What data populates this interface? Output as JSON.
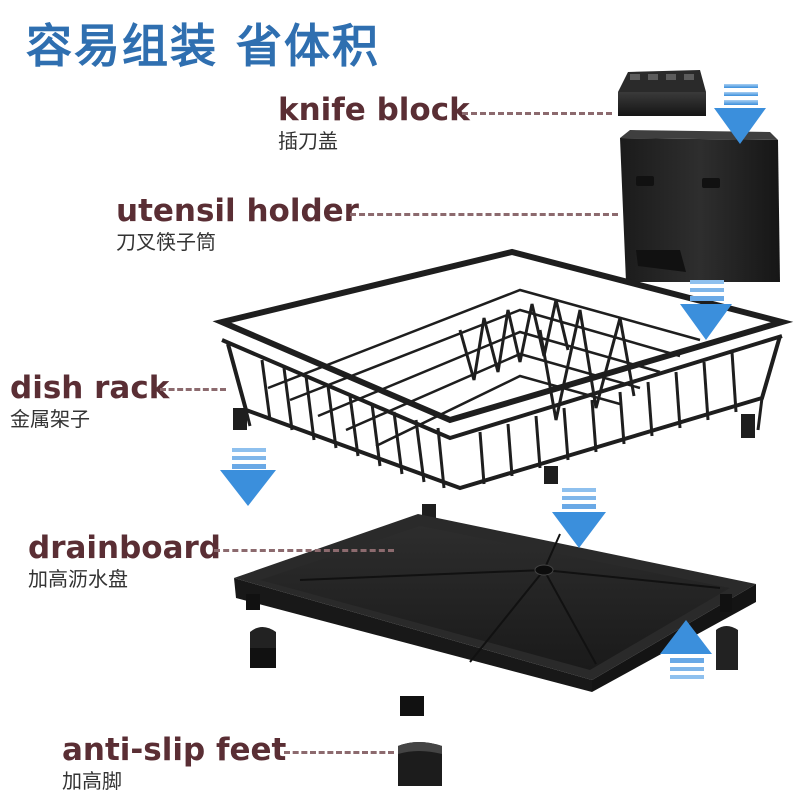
{
  "headline": "容易组装 省体积",
  "parts": {
    "knife_block": {
      "en": "knife block",
      "zh": "插刀盖"
    },
    "utensil_holder": {
      "en": "utensil holder",
      "zh": "刀叉筷子筒"
    },
    "dish_rack": {
      "en": "dish rack",
      "zh": "金属架子"
    },
    "drainboard": {
      "en": "drainboard",
      "zh": "加高沥水盘"
    },
    "anti_slip_feet": {
      "en": "anti-slip feet",
      "zh": "加高脚"
    }
  },
  "colors": {
    "headline": "#2f6fb0",
    "label": "#5a2e34",
    "leader": "#8c6a6e",
    "product": "#1e1e1e",
    "arrow": "#3b8fdc"
  },
  "icons": [
    "arrow-down-icon",
    "arrow-up-icon"
  ]
}
